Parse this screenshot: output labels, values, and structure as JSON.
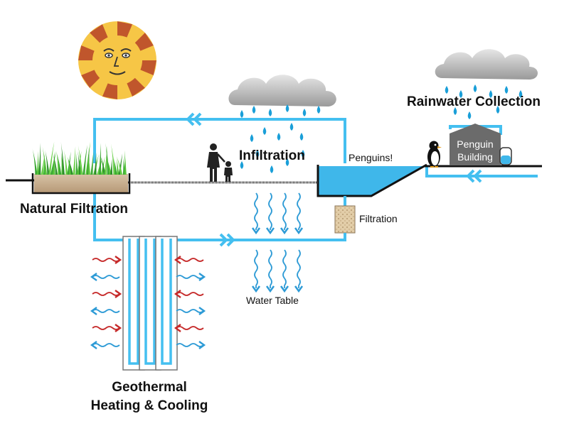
{
  "labels": {
    "natural_filtration": "Natural Filtration",
    "infiltration": "Infiltration",
    "penguins": "Penguins!",
    "filtration": "Filtration",
    "rainwater_collection": "Rainwater Collection",
    "penguin_building_line1": "Penguin",
    "penguin_building_line2": "Building",
    "water_table": "Water Table",
    "geothermal_line1": "Geothermal",
    "geothermal_line2": "Heating & Cooling"
  },
  "colors": {
    "water": "#3fb7ea",
    "pipe": "#44bff0",
    "rain": "#1a9fd8",
    "sun": "#f6c646",
    "sun_rays": "#c0562c",
    "cloud": "#b9b9b9",
    "building": "#6b6b6b",
    "warm_arrow": "#c62a2a",
    "cool_arrow": "#2e9bd6",
    "grass": "#44b23a",
    "soil": "#c9ad8c"
  },
  "icons": {
    "sun": "sun-face-icon",
    "cloud": "rain-cloud-icon",
    "people": "adult-and-child-silhouette-icon",
    "penguin": "penguin-icon",
    "tank": "rain-barrel-icon"
  }
}
